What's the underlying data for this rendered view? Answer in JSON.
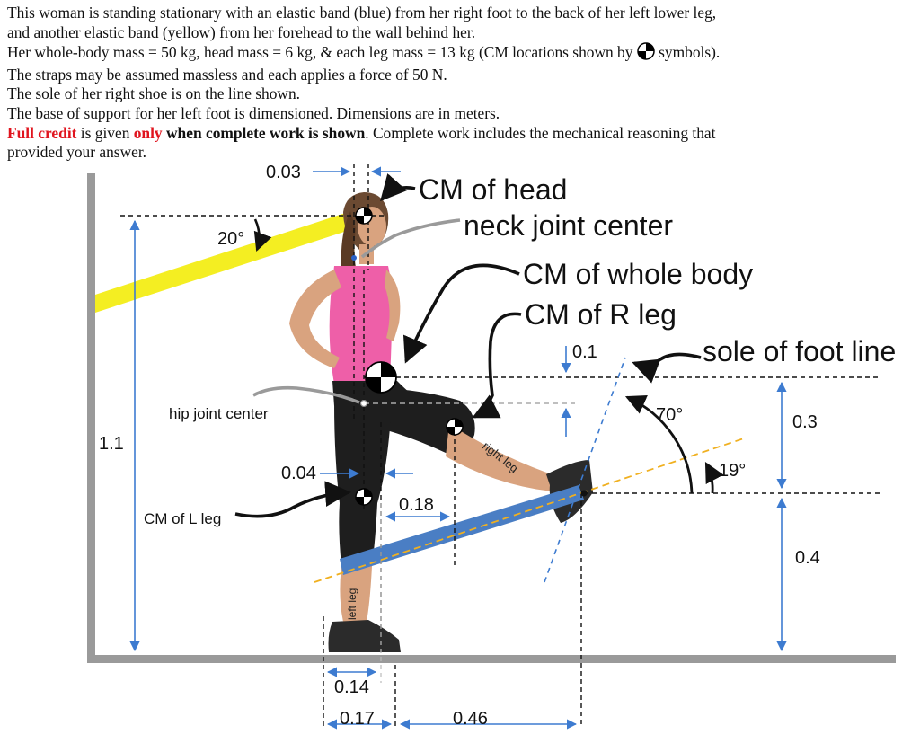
{
  "problem": {
    "line1": "This woman is standing stationary with an elastic band (blue) from her right foot to the back of her left lower leg,",
    "line2": "and another elastic band (yellow) from her forehead to the wall behind her.",
    "line3a": "Her whole-body mass = 50 kg, head mass = 6 kg, & each leg mass = 13 kg (CM locations shown by ",
    "line3b": "symbols).",
    "line4": "The straps may be assumed massless and each applies a force of 50 N.",
    "line5": "The sole of her right shoe is on the line shown.",
    "line6": "The base of support for her left foot is dimensioned. Dimensions are in meters.",
    "line7a": "Full credit",
    "line7b": " is given ",
    "line7c": "only",
    "line7d": " ",
    "line7e": "when complete work is shown",
    "line7f": ". Complete work includes the mechanical reasoning that",
    "line8": "provided your answer."
  },
  "labels": {
    "cm_head": "CM of head",
    "neck_joint": "neck joint center",
    "cm_whole_body": "CM of whole body",
    "cm_r_leg": "CM of R leg",
    "sole_line": "sole of foot line",
    "hip_joint": "hip joint center",
    "cm_l_leg": "CM of L leg",
    "right_leg": "right leg",
    "left_leg": "left leg"
  },
  "dimensions": {
    "d_003": "0.03",
    "angle_20": "20°",
    "d_11": "1.1",
    "d_01": "0.1",
    "angle_70": "70°",
    "d_03": "0.3",
    "angle_19": "19°",
    "d_004": "0.04",
    "d_018": "0.18",
    "d_04": "0.4",
    "d_014": "0.14",
    "d_017": "0.17",
    "d_046": "0.46"
  },
  "colors": {
    "yellow_band": "#f4ee22",
    "blue_band": "#4a7ec4",
    "orange_dash": "#f0b020",
    "dim_blue": "#3d7bd0",
    "floor_gray": "#9a9a9a",
    "red": "#e0141e"
  }
}
